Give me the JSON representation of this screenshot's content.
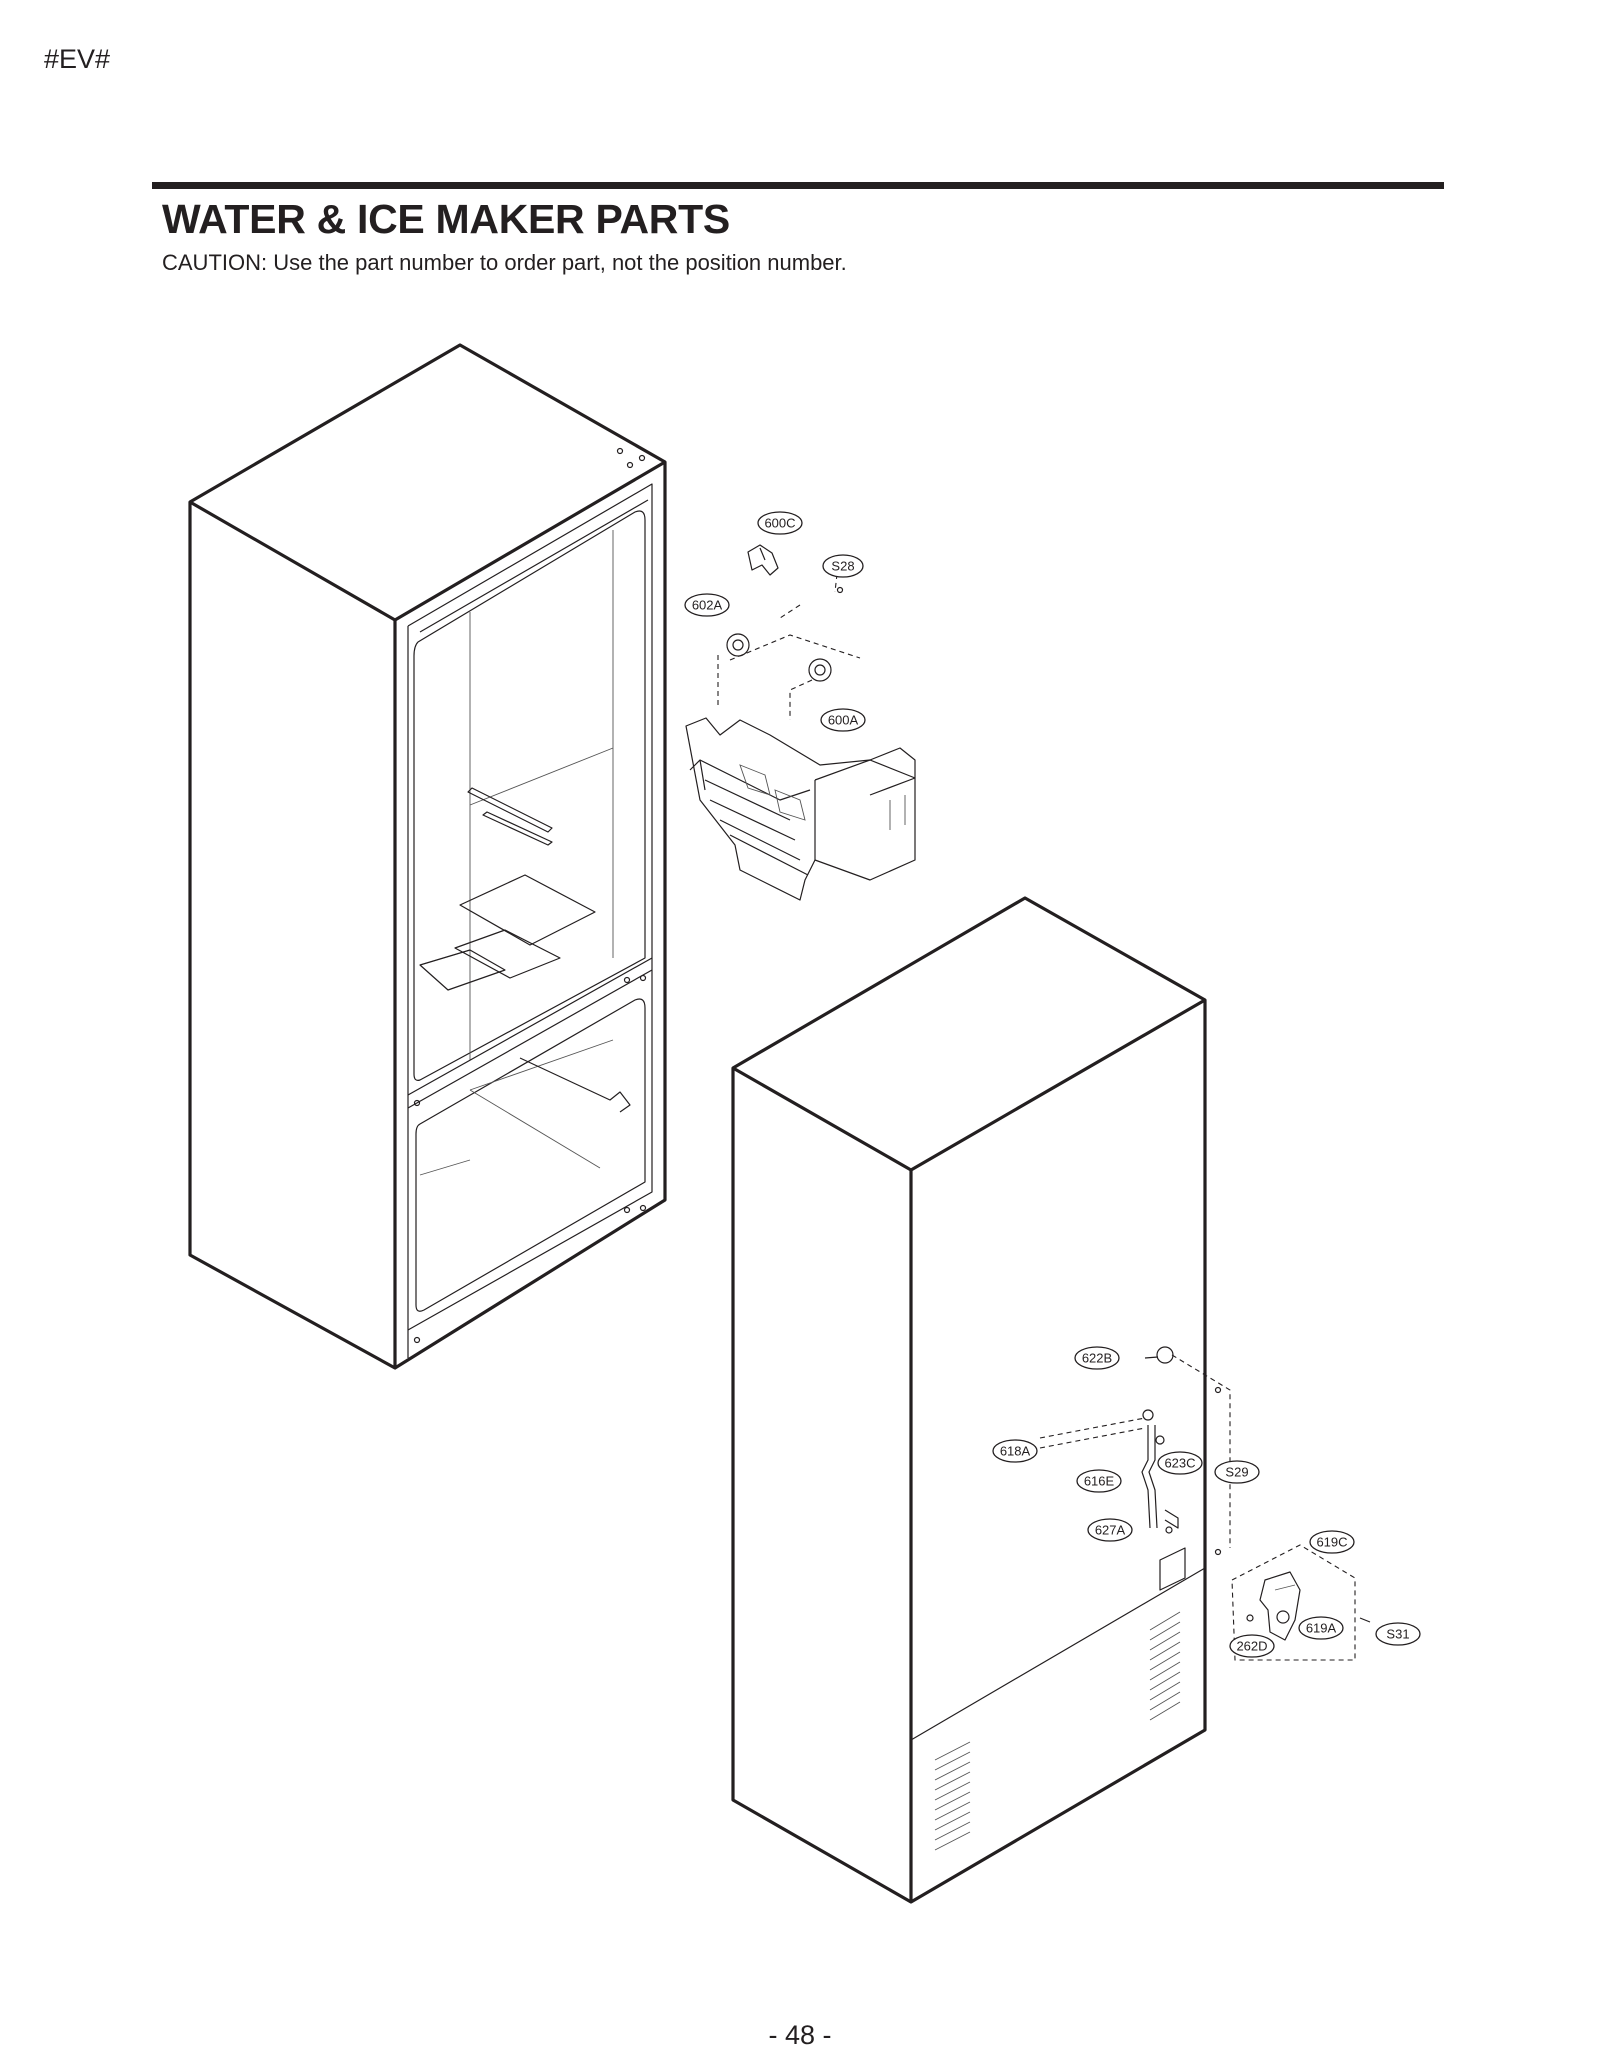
{
  "page": {
    "corner_tag": "#EV#",
    "title": "WATER & ICE MAKER PARTS",
    "caution": "CAUTION: Use the part number to order part, not the position number.",
    "page_number": "- 48 -"
  },
  "callouts": {
    "c600C": "600C",
    "cS28": "S28",
    "c602A": "602A",
    "c600A": "600A",
    "c622B": "622B",
    "c618A": "618A",
    "c623C": "623C",
    "cS29": "S29",
    "c616E": "616E",
    "c627A": "627A",
    "c619C": "619C",
    "c619A": "619A",
    "c262D": "262D",
    "cS31": "S31"
  }
}
